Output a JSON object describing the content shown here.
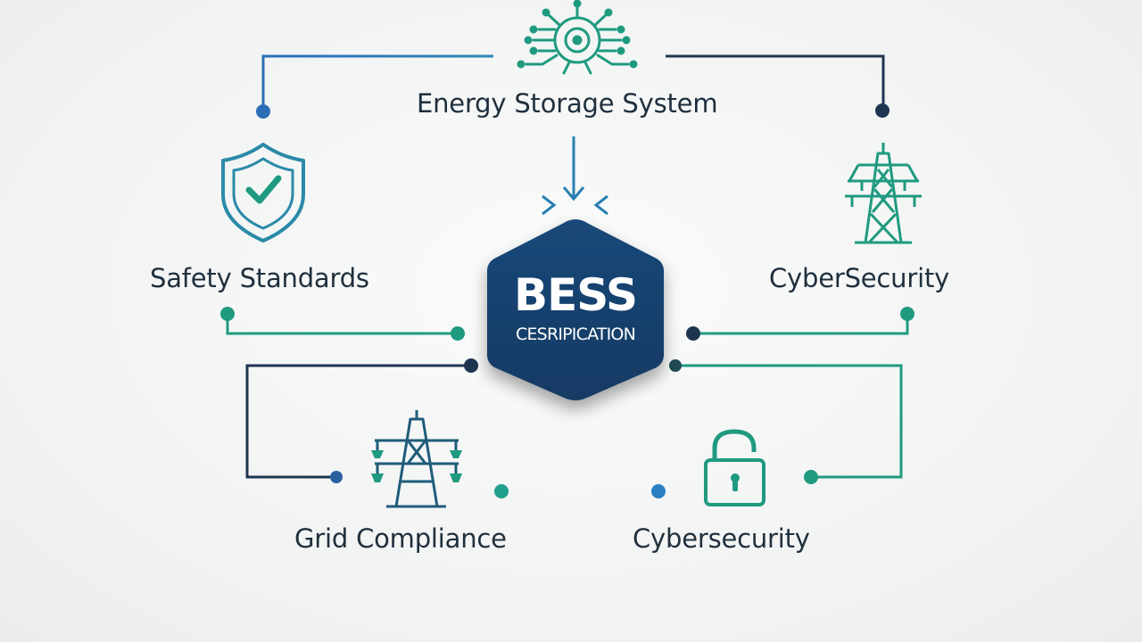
{
  "center": {
    "title": "BESS",
    "subtitle": "CESRIPICATION"
  },
  "nodes": {
    "energy_storage": "Energy Storage System",
    "safety_standards": "Safety Standards",
    "cybersecurity_top": "CyberSecurity",
    "grid_compliance": "Grid Compliance",
    "cybersecurity_bottom": "Cybersecurity"
  },
  "icons": {
    "energy_storage": "circuit-chip-icon",
    "safety_standards": "shield-check-icon",
    "cybersecurity_top": "transmission-tower-icon",
    "grid_compliance": "power-pylon-icon",
    "cybersecurity_bottom": "padlock-icon"
  },
  "colors": {
    "navy": "#17416b",
    "teal": "#1b9a86",
    "blue": "#2a6fb6",
    "dark_navy": "#1e3550",
    "text": "#1f2f3d"
  }
}
